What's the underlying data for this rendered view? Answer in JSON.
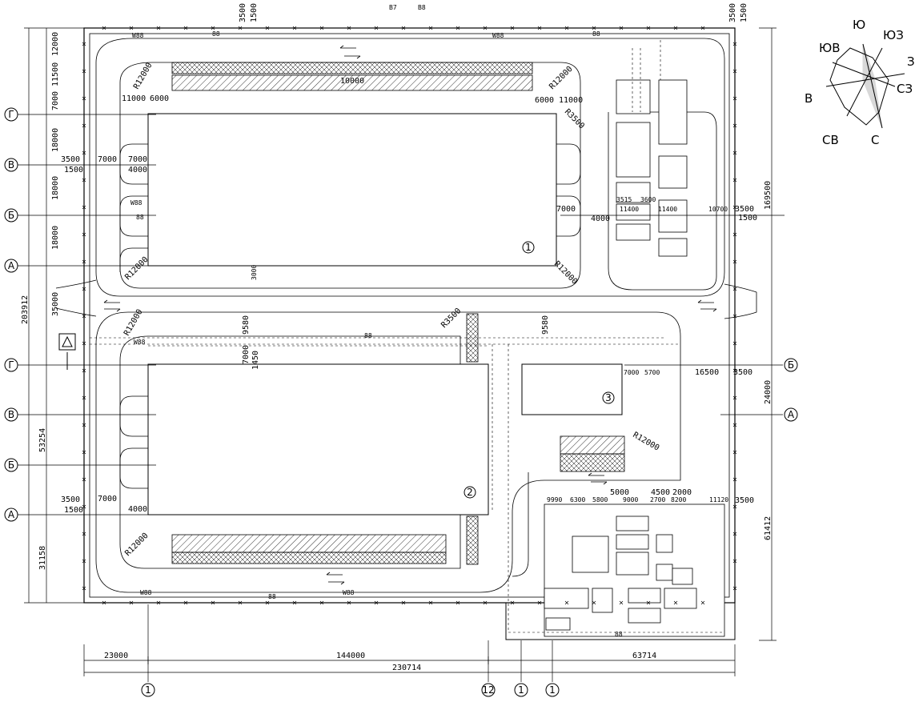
{
  "compass": {
    "labels": {
      "s_top": "Ю",
      "sw": "ЮЗ",
      "se": "ЮВ",
      "w": "З",
      "nw": "СЗ",
      "e": "В",
      "ne": "СВ",
      "n": "С"
    }
  },
  "rows_upper": [
    "Г",
    "В",
    "Б",
    "А"
  ],
  "rows_lower": [
    "Г",
    "В",
    "Б",
    "А"
  ],
  "rows_right": [
    "Б",
    "А"
  ],
  "columns_bottom": [
    "1",
    "12",
    "1",
    "1"
  ],
  "buildings": {
    "b1": "1",
    "b2": "2",
    "b3": "3"
  },
  "bottom_dims": {
    "d1": "23000",
    "d2": "144000",
    "d3": "63714",
    "total": "230714"
  },
  "left_dims": {
    "d1": "12000",
    "d2": "11500",
    "d3": "7000",
    "d4": "18000",
    "d5": "18000",
    "d6": "18000",
    "d7": "35000",
    "d8": "203912",
    "d9": "53254",
    "d10": "31158",
    "d11": "3500",
    "d12": "1500",
    "d13": "3500",
    "d14": "1500"
  },
  "right_dims": {
    "d1": "169500",
    "d2": "24000",
    "d3": "61412",
    "d4": "3500",
    "d5": "1500",
    "d6": "3500",
    "d7": "16500",
    "d8": "3500"
  },
  "top_dims": {
    "t1": "3500",
    "t2": "1500",
    "t3": "3500",
    "t4": "1500"
  },
  "inner_dims": {
    "r12000a": "R12000",
    "r12000b": "R12000",
    "r12000c": "R12000",
    "r12000d": "R12000",
    "r12000e": "R12000",
    "r12000f": "R12000",
    "r12000g": "R12000",
    "r3500a": "R3500",
    "r3500b": "R3500",
    "d11000a": "11000",
    "d6000a": "6000",
    "d10000": "10000",
    "d6000b": "6000",
    "d11000b": "11000",
    "d7000a": "7000",
    "d7000b": "7000",
    "d4000a": "4000",
    "d7000c": "7000",
    "d4000b": "4000",
    "d7000d": "7000",
    "d4000c": "4000",
    "d9580a": "9580",
    "d9580b": "9580",
    "d7000e": "7000",
    "d1450": "1450",
    "d5000": "5000",
    "d4500": "4500",
    "d2000": "2000",
    "d9990": "9990",
    "d6300": "6300",
    "d5800": "5800",
    "d9000": "9000",
    "d2700": "2700",
    "d8200": "8200",
    "d11120": "11120",
    "d3500b": "3500",
    "d3515": "3515",
    "d3600": "3600",
    "d11400a": "11400",
    "d11400b": "11400",
    "d10700": "10700",
    "d7000f": "7000",
    "d5700": "5700",
    "d3000": "3000"
  },
  "networks": {
    "w88": "W88",
    "n88": "88",
    "b7": "B7",
    "b8": "B8"
  }
}
